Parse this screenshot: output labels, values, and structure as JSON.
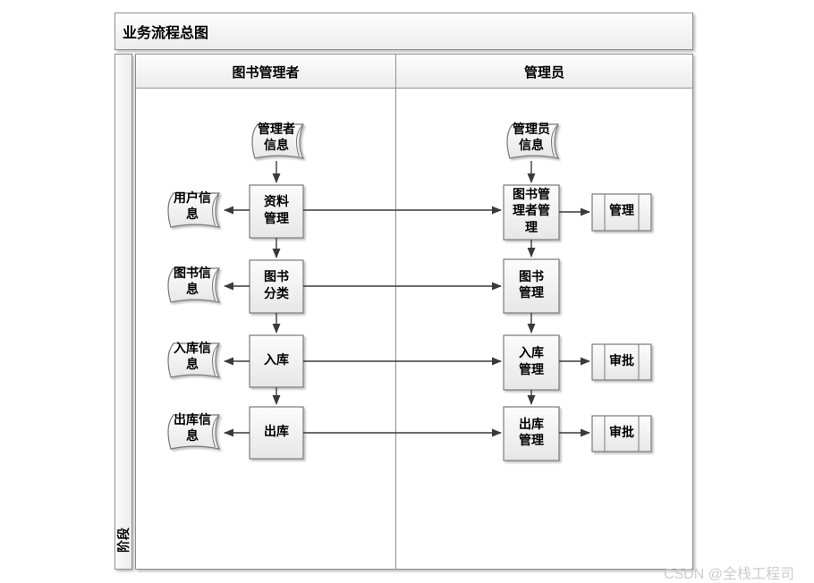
{
  "title": "业务流程总图",
  "phase_label": "阶段",
  "lanes": [
    {
      "label": "图书管理者"
    },
    {
      "label": "管理员"
    }
  ],
  "nodes": {
    "manager_info": {
      "type": "document",
      "label": "管理者\n信息"
    },
    "data_management": {
      "type": "process",
      "label": "资料\n管理"
    },
    "user_info": {
      "type": "document",
      "label": "用户信\n息"
    },
    "book_category": {
      "type": "process",
      "label": "图书\n分类"
    },
    "book_info": {
      "type": "document",
      "label": "图书信\n息"
    },
    "inbound": {
      "type": "process",
      "label": "入库"
    },
    "inbound_info": {
      "type": "document",
      "label": "入库信\n息"
    },
    "outbound": {
      "type": "process",
      "label": "出库"
    },
    "outbound_info": {
      "type": "document",
      "label": "出库信\n息"
    },
    "admin_info": {
      "type": "document",
      "label": "管理员\n信息"
    },
    "book_manager_mgmt": {
      "type": "process",
      "label": "图书管\n理者管\n理"
    },
    "manage": {
      "type": "predefined-process",
      "label": "管理"
    },
    "book_mgmt": {
      "type": "process",
      "label": "图书\n管理"
    },
    "inbound_mgmt": {
      "type": "process",
      "label": "入库\n管理"
    },
    "approve_inbound": {
      "type": "predefined-process",
      "label": "审批"
    },
    "outbound_mgmt": {
      "type": "process",
      "label": "出库\n管理"
    },
    "approve_outbound": {
      "type": "predefined-process",
      "label": "审批"
    }
  },
  "edges": [
    {
      "from": "manager_info",
      "to": "data_management"
    },
    {
      "from": "data_management",
      "to": "user_info"
    },
    {
      "from": "data_management",
      "to": "book_manager_mgmt"
    },
    {
      "from": "data_management",
      "to": "book_category"
    },
    {
      "from": "book_category",
      "to": "book_info"
    },
    {
      "from": "book_category",
      "to": "book_mgmt"
    },
    {
      "from": "book_category",
      "to": "inbound"
    },
    {
      "from": "inbound",
      "to": "inbound_info"
    },
    {
      "from": "inbound",
      "to": "inbound_mgmt"
    },
    {
      "from": "inbound",
      "to": "outbound"
    },
    {
      "from": "outbound",
      "to": "outbound_info"
    },
    {
      "from": "outbound",
      "to": "outbound_mgmt"
    },
    {
      "from": "admin_info",
      "to": "book_manager_mgmt"
    },
    {
      "from": "book_manager_mgmt",
      "to": "manage"
    },
    {
      "from": "book_manager_mgmt",
      "to": "book_mgmt"
    },
    {
      "from": "book_mgmt",
      "to": "inbound_mgmt"
    },
    {
      "from": "inbound_mgmt",
      "to": "approve_inbound"
    },
    {
      "from": "inbound_mgmt",
      "to": "outbound_mgmt"
    },
    {
      "from": "outbound_mgmt",
      "to": "approve_outbound"
    }
  ],
  "watermark": "CSDN @全栈工程司",
  "colors": {
    "line": "#3a3a3a",
    "border": "#8f8f8f",
    "shape_stroke": "#7a7a7a",
    "shape_fill_top": "#fcfcfc",
    "shape_fill_bottom": "#e7e7e7",
    "watermark": "#cccccc"
  }
}
